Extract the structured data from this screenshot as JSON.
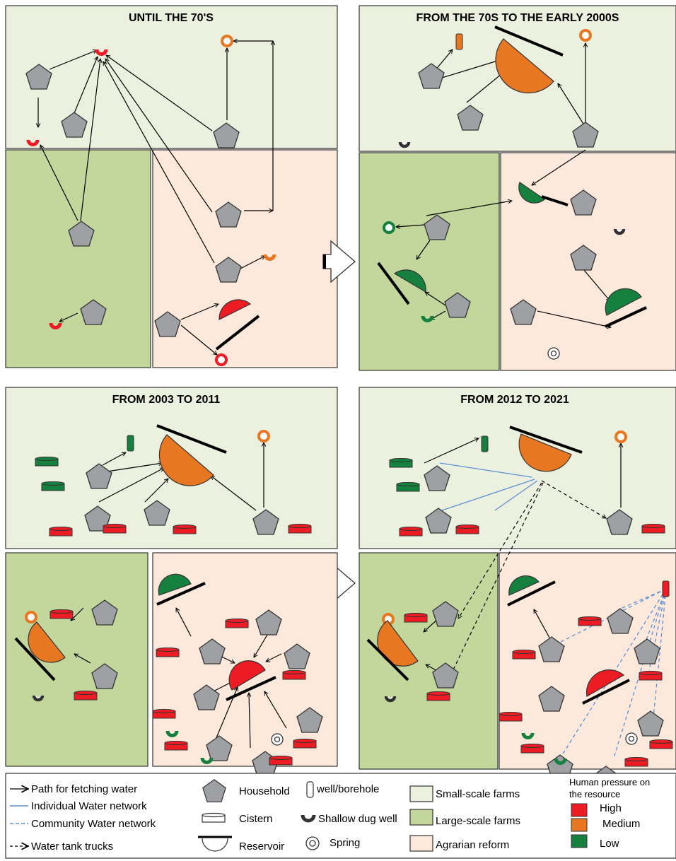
{
  "panels": [
    {
      "title": "UNTIL THE 70'S"
    },
    {
      "title": "FROM THE 70S TO THE EARLY 2000S"
    },
    {
      "title": "FROM 2003 TO 2011"
    },
    {
      "title": "FROM 2012  TO 2021"
    }
  ],
  "legend": {
    "path_label": "Path for fetching water",
    "individual_label": "Individual Water network",
    "community_label": "Community Water network",
    "trucks_label": "Water tank trucks",
    "household_label": "Household",
    "well_label": "well/borehole",
    "cistern_label": "Cistern",
    "dug_well_label": "Shallow dug well",
    "reservoir_label": "Reservoir",
    "spring_label": "Spring",
    "small_farms_label": "Small-scale farms",
    "large_farms_label": "Large-scale farms",
    "agrarian_label": "Agrarian reform",
    "pressure_title_1": "Human pressure on",
    "pressure_title_2": "the resource",
    "high_label": "High",
    "medium_label": "Medium",
    "low_label": "Low"
  },
  "colors": {
    "small_farms": "#ebf1de",
    "large_farms": "#c3d69b",
    "agrarian_reform": "#fce9dc",
    "high": "#ed1c24",
    "medium": "#e87722",
    "low": "#16813f",
    "household": "#9fa0a4",
    "individual_network": "#5b8fd6",
    "community_network": "#5b8fd6"
  }
}
